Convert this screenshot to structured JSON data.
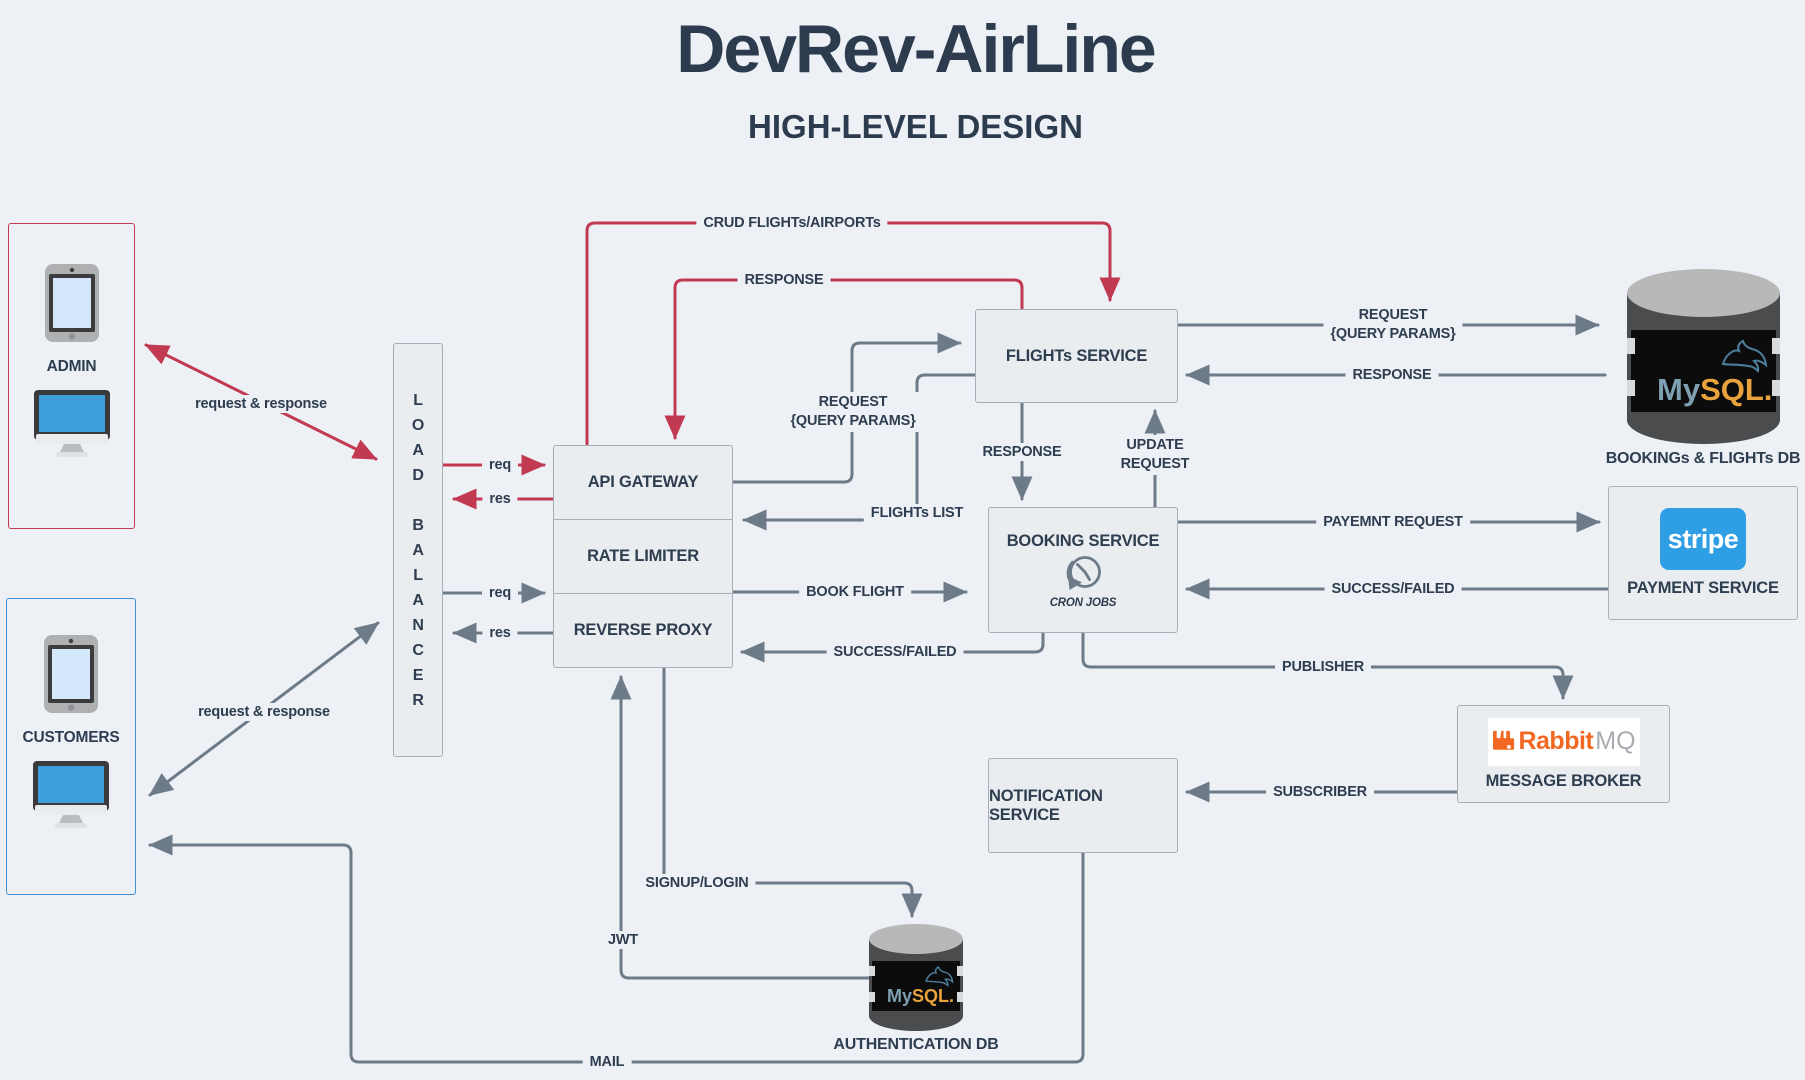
{
  "title": "DevRev-AirLine",
  "subtitle": "HIGH-LEVEL DESIGN",
  "colors": {
    "background": "#edf1f6",
    "node_fill": "#e9edf0",
    "node_border": "#a6afb7",
    "ink": "#2e3d4f",
    "red_flow": "#c23a51",
    "gray_flow": "#6d7b89",
    "admin_border": "#c23a51",
    "customers_border": "#3f8fd4",
    "stripe_blue": "#2f9fe5",
    "rabbit_orange": "#f26822",
    "mysql_blue": "#7da0b2",
    "mysql_orange": "#e8a33d"
  },
  "nodes": {
    "admin": {
      "label": "ADMIN"
    },
    "customers": {
      "label": "CUSTOMERS"
    },
    "load_balancer": {
      "label": "L\nO\nA\nD\n\nB\nA\nL\nA\nN\nC\nE\nR"
    },
    "gateway_stack": {
      "api_gateway": "API GATEWAY",
      "rate_limiter": "RATE LIMITER",
      "reverse_proxy": "REVERSE PROXY"
    },
    "flights_service": {
      "label": "FLIGHTs SERVICE"
    },
    "booking_service": {
      "label": "BOOKING SERVICE",
      "cron": "CRON JOBS"
    },
    "notification_service": {
      "label": "NOTIFICATION SERVICE"
    },
    "bookings_db": {
      "logo_my": "My",
      "logo_sql": "SQL.",
      "caption": "BOOKINGs & FLIGHTs DB"
    },
    "payment_service": {
      "logo": "stripe",
      "caption": "PAYMENT SERVICE"
    },
    "message_broker": {
      "logo_rabbit": "Rabbit",
      "logo_mq": "MQ",
      "caption": "MESSAGE BROKER"
    },
    "auth_db": {
      "logo_my": "My",
      "logo_sql": "SQL.",
      "caption": "AUTHENTICATION DB"
    }
  },
  "edges": {
    "admin_lb": {
      "label": "request & response"
    },
    "customers_lb": {
      "label": "request & response"
    },
    "lb_gateway_req": {
      "label": "req"
    },
    "gateway_lb_res": {
      "label": "res"
    },
    "lb_proxy_req": {
      "label": "req"
    },
    "proxy_lb_res": {
      "label": "res"
    },
    "crud": {
      "label": "CRUD FLIGHTs/AIRPORTs"
    },
    "flights_gateway_response": {
      "label": "RESPONSE"
    },
    "gateway_flights_request": {
      "label": "REQUEST\n{QUERY PARAMS}"
    },
    "flights_list": {
      "label": "FLIGHTs LIST"
    },
    "flights_booking_response": {
      "label": "RESPONSE"
    },
    "booking_flights_update": {
      "label": "UPDATE\nREQUEST"
    },
    "flights_db_request": {
      "label": "REQUEST\n{QUERY PARAMS}"
    },
    "db_flights_response": {
      "label": "RESPONSE"
    },
    "payment_request": {
      "label": "PAYEMNT REQUEST"
    },
    "payment_result": {
      "label": "SUCCESS/FAILED"
    },
    "book_flight": {
      "label": "BOOK FLIGHT"
    },
    "booking_result": {
      "label": "SUCCESS/FAILED"
    },
    "publisher": {
      "label": "PUBLISHER"
    },
    "subscriber": {
      "label": "SUBSCRIBER"
    },
    "signup_login": {
      "label": "SIGNUP/LOGIN"
    },
    "jwt": {
      "label": "JWT"
    },
    "mail": {
      "label": "MAIL"
    }
  }
}
